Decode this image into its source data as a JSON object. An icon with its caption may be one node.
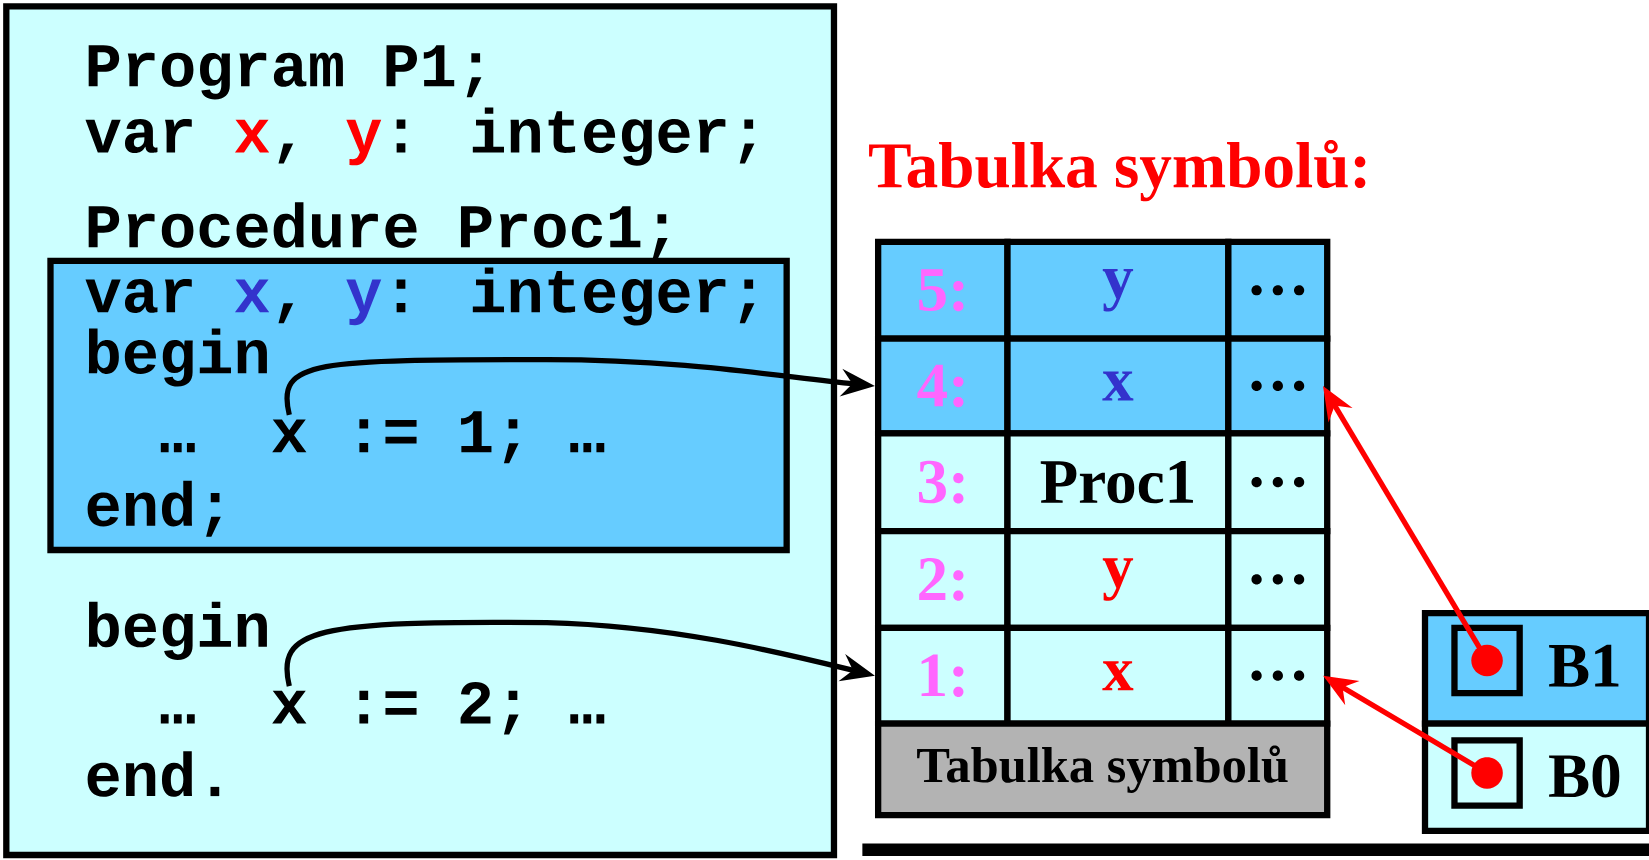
{
  "diagram": {
    "title": "Tabulka symbolů:",
    "nodes": [
      {
        "text": [
          "Program P1;",
          "var",
          "x",
          ",",
          "y",
          ": integer;",
          "Procedure Proc1;",
          "begin",
          "…",
          ":= 2; …",
          "end."
        ]
      },
      {
        "text": [
          "var",
          "x",
          ",",
          "y",
          ": integer;",
          "begin",
          "…",
          ":= 1; …",
          "end;"
        ],
        "in": 0
      },
      {
        "text": [
          "x"
        ],
        "in": 1
      },
      {
        "text": [
          "x"
        ],
        "in": 0
      },
      {
        "text": [
          "5:"
        ]
      },
      {
        "text": [
          "y"
        ]
      },
      {
        "text": [
          "…"
        ]
      },
      {
        "text": [
          "4:"
        ]
      },
      {
        "text": [
          "x"
        ]
      },
      {
        "text": [
          "…"
        ]
      },
      {
        "text": [
          "3:"
        ]
      },
      {
        "text": [
          "Proc1"
        ]
      },
      {
        "text": [
          "…"
        ]
      },
      {
        "text": [
          "2:"
        ]
      },
      {
        "text": [
          "y"
        ]
      },
      {
        "text": [
          "…"
        ]
      },
      {
        "text": [
          "1:"
        ]
      },
      {
        "text": [
          "x"
        ]
      },
      {
        "text": [
          "…"
        ]
      },
      {
        "text": [
          "Tabulka symbolů"
        ]
      },
      {
        "text": [
          "B1"
        ]
      },
      {
        "text": [],
        "shape": "box",
        "in": 20
      },
      {
        "text": [
          "B0"
        ]
      },
      {
        "text": [],
        "shape": "box",
        "in": 22
      }
    ],
    "edges": [
      {
        "from": 2,
        "to": 7,
        "arrow": "to",
        "color": "#000000"
      },
      {
        "from": 3,
        "to": 16,
        "arrow": "to",
        "color": "#000000"
      },
      {
        "from": 21,
        "to": 9,
        "arrow": "to",
        "color": "#ff0000"
      },
      {
        "from": 23,
        "to": 18,
        "arrow": "to",
        "color": "#ff0000"
      }
    ]
  }
}
